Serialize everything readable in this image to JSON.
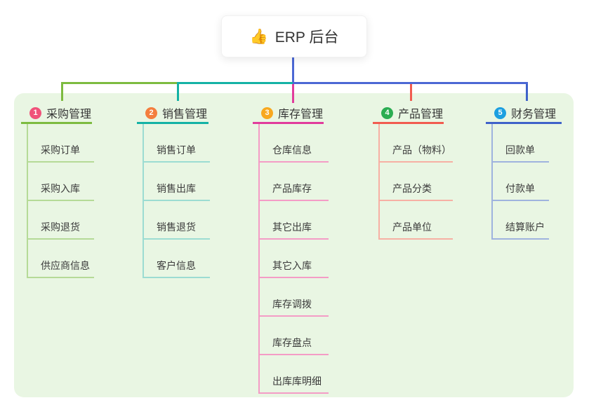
{
  "root": {
    "icon": "👍",
    "label": "ERP 后台"
  },
  "panel_background": "#e9f6e3",
  "connector_color": "#4c68d4",
  "branches": [
    {
      "num": "1",
      "label": "采购管理",
      "color": "#7dbb40",
      "light_color": "#b5da97",
      "badge_color": "#f0527a",
      "children": [
        "采购订单",
        "采购入库",
        "采购退货",
        "供应商信息"
      ]
    },
    {
      "num": "2",
      "label": "销售管理",
      "color": "#14b2a5",
      "light_color": "#9cdcd2",
      "badge_color": "#f47e3e",
      "children": [
        "销售订单",
        "销售出库",
        "销售退货",
        "客户信息"
      ]
    },
    {
      "num": "3",
      "label": "库存管理",
      "color": "#e13c9c",
      "light_color": "#f49cc6",
      "badge_color": "#f8a81f",
      "children": [
        "仓库信息",
        "产品库存",
        "其它出库",
        "其它入库",
        "库存调拨",
        "库存盘点",
        "出库库明细"
      ]
    },
    {
      "num": "4",
      "label": "产品管理",
      "color": "#f15c50",
      "light_color": "#f7b0a4",
      "badge_color": "#2bad52",
      "children": [
        "产品（物料）",
        "产品分类",
        "产品单位"
      ]
    },
    {
      "num": "5",
      "label": "财务管理",
      "color": "#3f62c9",
      "light_color": "#9fb3de",
      "badge_color": "#1c9fe0",
      "children": [
        "回款单",
        "付款单",
        "结算账户"
      ]
    }
  ]
}
